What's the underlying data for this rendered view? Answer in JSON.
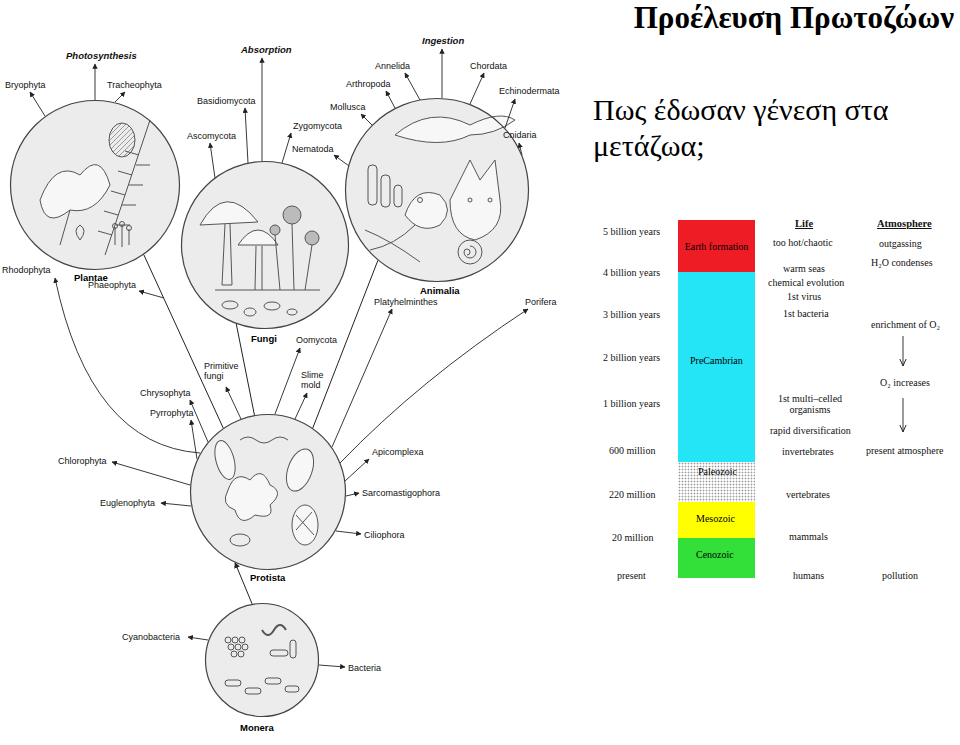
{
  "diagram": {
    "title": "Προέλευση Πρωτοζώων",
    "nodes": [
      {
        "text": [
          "Plantae"
        ]
      },
      {
        "text": [
          "Fungi"
        ]
      },
      {
        "text": [
          "Animalia"
        ]
      },
      {
        "text": [
          "Protista"
        ]
      },
      {
        "text": [
          "Monera"
        ]
      },
      {
        "text": [
          "Earth formation"
        ]
      },
      {
        "text": [
          "PreCambrian"
        ]
      },
      {
        "text": [
          "Paleozoic"
        ]
      },
      {
        "text": [
          "Mesozoic"
        ]
      },
      {
        "text": [
          "Cenozoic"
        ]
      }
    ],
    "edges": [
      {
        "from": 3,
        "to": 0,
        "arrow": "none"
      },
      {
        "from": 3,
        "to": 1,
        "arrow": "none"
      },
      {
        "from": 3,
        "to": 2,
        "arrow": "none"
      },
      {
        "from": 4,
        "to": 3,
        "arrow": "to"
      }
    ],
    "labels": [
      "Πως έδωσαν γένεση στα μετάζωα;",
      "Photosynthesis",
      "Absorption",
      "Ingestion",
      "Bryophyta",
      "Tracheophyta",
      "Basidiomycota",
      "Ascomycota",
      "Zygomycota",
      "Annelida",
      "Arthropoda",
      "Mollusca",
      "Nematoda",
      "Chordata",
      "Echinodermata",
      "Cnidaria",
      "Rhodophyta",
      "Phaeophyta",
      "Platyhelminthes",
      "Porifera",
      "Oomycota",
      "Primitive fungi",
      "Chrysophyta",
      "Pyrrophyta",
      "Slime mold",
      "Apicomplexa",
      "Chlorophyta",
      "Sarcomastigophora",
      "Euglenophyta",
      "Ciliophora",
      "Cyanobacteria",
      "Bacteria",
      "5 billion years",
      "4 billion years",
      "3 billion years",
      "2 billion years",
      "1 billion years",
      "600 million",
      "220 million",
      "20 million",
      "present",
      "Life",
      "too hot/chaotic",
      "warm seas",
      "chemical evolution",
      "1st virus",
      "1st bacteria",
      "1st multi–celled organisms",
      "rapid diversification",
      "invertebrates",
      "vertebrates",
      "mammals",
      "humans",
      "Atmosphere",
      "outgassing",
      "H₂O condenses",
      "enrichment of O₂",
      "O₂ increases",
      "present atmosphere",
      "pollution"
    ]
  }
}
